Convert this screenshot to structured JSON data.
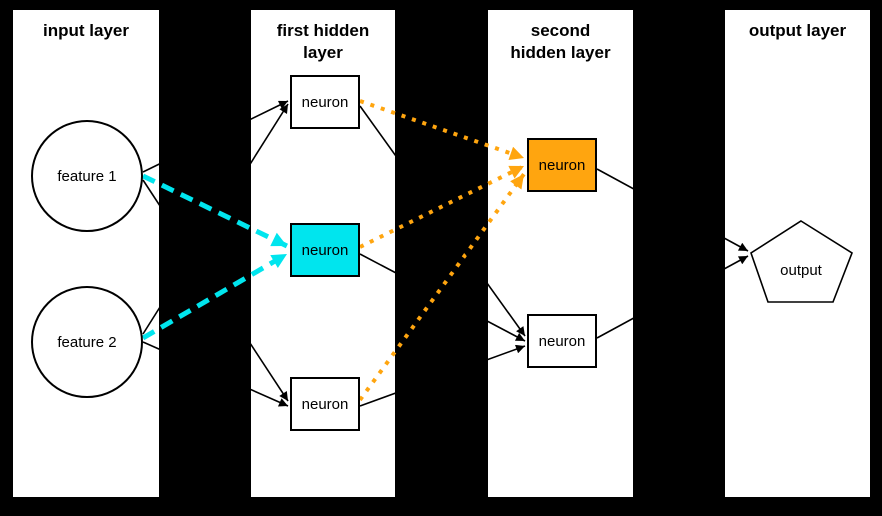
{
  "diagram": {
    "type": "neural-network-architecture",
    "background": "#000000",
    "colors": {
      "panel": "#ffffff",
      "edge": "#000000",
      "text": "#000000",
      "highlight_cyan": "#00e5ee",
      "highlight_orange": "#ffa50f"
    },
    "layers": [
      {
        "title": "input layer"
      },
      {
        "title": "first hidden\nlayer"
      },
      {
        "title": "second\nhidden layer"
      },
      {
        "title": "output layer"
      }
    ],
    "nodes": {
      "feature1": {
        "label": "feature 1",
        "shape": "circle",
        "layer": "input layer"
      },
      "feature2": {
        "label": "feature 2",
        "shape": "circle",
        "layer": "input layer"
      },
      "h1_top": {
        "label": "neuron",
        "shape": "rect",
        "layer": "first hidden layer"
      },
      "h1_mid": {
        "label": "neuron",
        "shape": "rect",
        "layer": "first hidden layer",
        "highlight": "cyan"
      },
      "h1_bottom": {
        "label": "neuron",
        "shape": "rect",
        "layer": "first hidden layer"
      },
      "h2_top": {
        "label": "neuron",
        "shape": "rect",
        "layer": "second hidden layer",
        "highlight": "orange"
      },
      "h2_bottom": {
        "label": "neuron",
        "shape": "rect",
        "layer": "second hidden layer"
      },
      "output": {
        "label": "output",
        "shape": "pentagon",
        "layer": "output layer"
      }
    },
    "edges": [
      {
        "from": "feature1",
        "to": "h1_top",
        "style": "solid-black"
      },
      {
        "from": "feature2",
        "to": "h1_top",
        "style": "solid-black"
      },
      {
        "from": "feature1",
        "to": "h1_bottom",
        "style": "solid-black"
      },
      {
        "from": "feature2",
        "to": "h1_bottom",
        "style": "solid-black"
      },
      {
        "from": "feature1",
        "to": "h1_mid",
        "style": "dashed-cyan"
      },
      {
        "from": "feature2",
        "to": "h1_mid",
        "style": "dashed-cyan"
      },
      {
        "from": "h1_top",
        "to": "h2_top",
        "style": "dotted-orange"
      },
      {
        "from": "h1_mid",
        "to": "h2_top",
        "style": "dotted-orange"
      },
      {
        "from": "h1_bottom",
        "to": "h2_top",
        "style": "dotted-orange"
      },
      {
        "from": "h1_top",
        "to": "h2_bottom",
        "style": "solid-black"
      },
      {
        "from": "h1_mid",
        "to": "h2_bottom",
        "style": "solid-black"
      },
      {
        "from": "h1_bottom",
        "to": "h2_bottom",
        "style": "solid-black"
      },
      {
        "from": "h2_top",
        "to": "output",
        "style": "solid-black"
      },
      {
        "from": "h2_bottom",
        "to": "output",
        "style": "solid-black"
      }
    ]
  }
}
